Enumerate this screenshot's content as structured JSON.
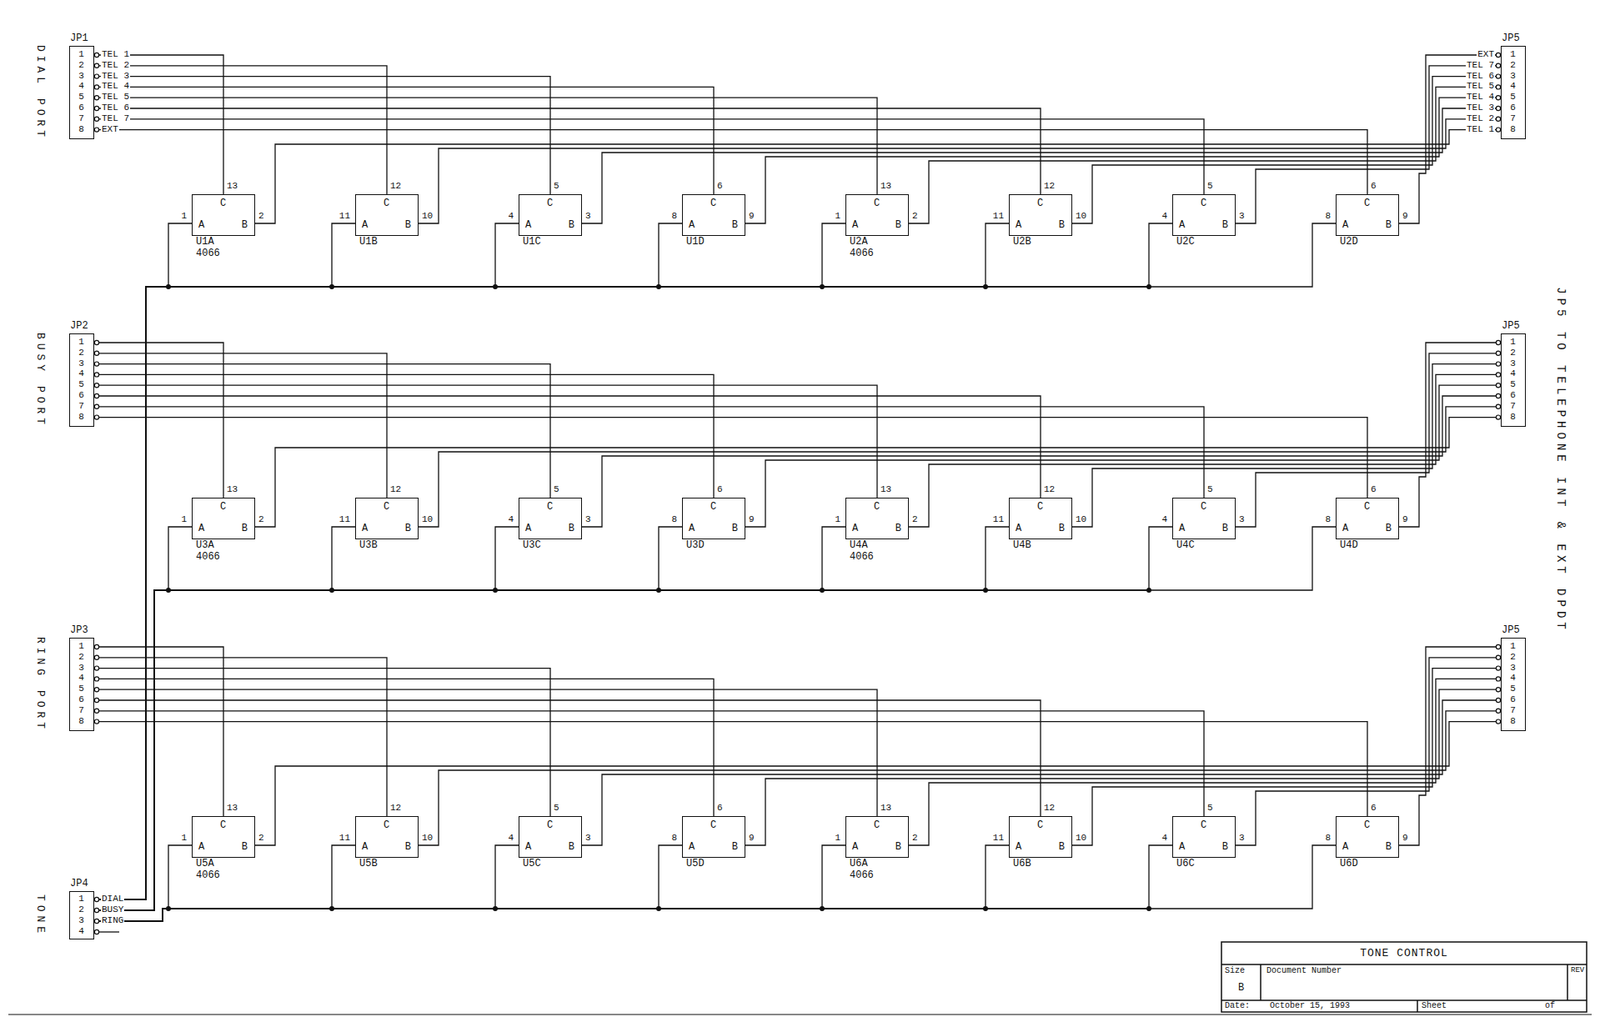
{
  "diagram": {
    "title": "TONE CONTROL",
    "nodes": [
      {
        "text": [
          "JP1",
          "1",
          "2",
          "3",
          "4",
          "5",
          "6",
          "7",
          "8"
        ]
      },
      {
        "text": [
          "JP5",
          "1",
          "2",
          "3",
          "4",
          "5",
          "6",
          "7",
          "8"
        ]
      },
      {
        "text": [
          "C",
          "A",
          "B",
          "U1A",
          "4066"
        ]
      },
      {
        "text": [
          "C",
          "A",
          "B",
          "U1B"
        ]
      },
      {
        "text": [
          "C",
          "A",
          "B",
          "U1C"
        ]
      },
      {
        "text": [
          "C",
          "A",
          "B",
          "U1D"
        ]
      },
      {
        "text": [
          "C",
          "A",
          "B",
          "U2A",
          "4066"
        ]
      },
      {
        "text": [
          "C",
          "A",
          "B",
          "U2B"
        ]
      },
      {
        "text": [
          "C",
          "A",
          "B",
          "U2C"
        ]
      },
      {
        "text": [
          "C",
          "A",
          "B",
          "U2D"
        ]
      },
      {
        "text": [
          "JP2",
          "1",
          "2",
          "3",
          "4",
          "5",
          "6",
          "7",
          "8"
        ]
      },
      {
        "text": [
          "JP5",
          "1",
          "2",
          "3",
          "4",
          "5",
          "6",
          "7",
          "8"
        ]
      },
      {
        "text": [
          "C",
          "A",
          "B",
          "U3A",
          "4066"
        ]
      },
      {
        "text": [
          "C",
          "A",
          "B",
          "U3B"
        ]
      },
      {
        "text": [
          "C",
          "A",
          "B",
          "U3C"
        ]
      },
      {
        "text": [
          "C",
          "A",
          "B",
          "U3D"
        ]
      },
      {
        "text": [
          "C",
          "A",
          "B",
          "U4A",
          "4066"
        ]
      },
      {
        "text": [
          "C",
          "A",
          "B",
          "U4B"
        ]
      },
      {
        "text": [
          "C",
          "A",
          "B",
          "U4C"
        ]
      },
      {
        "text": [
          "C",
          "A",
          "B",
          "U4D"
        ]
      },
      {
        "text": [
          "JP3",
          "1",
          "2",
          "3",
          "4",
          "5",
          "6",
          "7",
          "8"
        ]
      },
      {
        "text": [
          "JP5",
          "1",
          "2",
          "3",
          "4",
          "5",
          "6",
          "7",
          "8"
        ]
      },
      {
        "text": [
          "C",
          "A",
          "B",
          "U5A",
          "4066"
        ]
      },
      {
        "text": [
          "C",
          "A",
          "B",
          "U5B"
        ]
      },
      {
        "text": [
          "C",
          "A",
          "B",
          "U5C"
        ]
      },
      {
        "text": [
          "C",
          "A",
          "B",
          "U5D"
        ]
      },
      {
        "text": [
          "C",
          "A",
          "B",
          "U6A",
          "4066"
        ]
      },
      {
        "text": [
          "C",
          "A",
          "B",
          "U6B"
        ]
      },
      {
        "text": [
          "C",
          "A",
          "B",
          "U6C"
        ]
      },
      {
        "text": [
          "C",
          "A",
          "B",
          "U6D"
        ]
      },
      {
        "text": [
          "JP4",
          "1",
          "2",
          "3",
          "4"
        ]
      }
    ],
    "edges": [
      {
        "from": 0,
        "to": 2,
        "arrow": "none"
      },
      {
        "from": 2,
        "to": 1,
        "arrow": "none"
      },
      {
        "from": 30,
        "to": 2,
        "arrow": "none"
      },
      {
        "from": 0,
        "to": 3,
        "arrow": "none"
      },
      {
        "from": 3,
        "to": 1,
        "arrow": "none"
      },
      {
        "from": 30,
        "to": 3,
        "arrow": "none"
      },
      {
        "from": 0,
        "to": 4,
        "arrow": "none"
      },
      {
        "from": 4,
        "to": 1,
        "arrow": "none"
      },
      {
        "from": 30,
        "to": 4,
        "arrow": "none"
      },
      {
        "from": 0,
        "to": 5,
        "arrow": "none"
      },
      {
        "from": 5,
        "to": 1,
        "arrow": "none"
      },
      {
        "from": 30,
        "to": 5,
        "arrow": "none"
      },
      {
        "from": 0,
        "to": 6,
        "arrow": "none"
      },
      {
        "from": 6,
        "to": 1,
        "arrow": "none"
      },
      {
        "from": 30,
        "to": 6,
        "arrow": "none"
      },
      {
        "from": 0,
        "to": 7,
        "arrow": "none"
      },
      {
        "from": 7,
        "to": 1,
        "arrow": "none"
      },
      {
        "from": 30,
        "to": 7,
        "arrow": "none"
      },
      {
        "from": 0,
        "to": 8,
        "arrow": "none"
      },
      {
        "from": 8,
        "to": 1,
        "arrow": "none"
      },
      {
        "from": 30,
        "to": 8,
        "arrow": "none"
      },
      {
        "from": 0,
        "to": 9,
        "arrow": "none"
      },
      {
        "from": 9,
        "to": 1,
        "arrow": "none"
      },
      {
        "from": 30,
        "to": 9,
        "arrow": "none"
      },
      {
        "from": 10,
        "to": 12,
        "arrow": "none"
      },
      {
        "from": 12,
        "to": 11,
        "arrow": "none"
      },
      {
        "from": 30,
        "to": 12,
        "arrow": "none"
      },
      {
        "from": 10,
        "to": 13,
        "arrow": "none"
      },
      {
        "from": 13,
        "to": 11,
        "arrow": "none"
      },
      {
        "from": 30,
        "to": 13,
        "arrow": "none"
      },
      {
        "from": 10,
        "to": 14,
        "arrow": "none"
      },
      {
        "from": 14,
        "to": 11,
        "arrow": "none"
      },
      {
        "from": 30,
        "to": 14,
        "arrow": "none"
      },
      {
        "from": 10,
        "to": 15,
        "arrow": "none"
      },
      {
        "from": 15,
        "to": 11,
        "arrow": "none"
      },
      {
        "from": 30,
        "to": 15,
        "arrow": "none"
      },
      {
        "from": 10,
        "to": 16,
        "arrow": "none"
      },
      {
        "from": 16,
        "to": 11,
        "arrow": "none"
      },
      {
        "from": 30,
        "to": 16,
        "arrow": "none"
      },
      {
        "from": 10,
        "to": 17,
        "arrow": "none"
      },
      {
        "from": 17,
        "to": 11,
        "arrow": "none"
      },
      {
        "from": 30,
        "to": 17,
        "arrow": "none"
      },
      {
        "from": 10,
        "to": 18,
        "arrow": "none"
      },
      {
        "from": 18,
        "to": 11,
        "arrow": "none"
      },
      {
        "from": 30,
        "to": 18,
        "arrow": "none"
      },
      {
        "from": 10,
        "to": 19,
        "arrow": "none"
      },
      {
        "from": 19,
        "to": 11,
        "arrow": "none"
      },
      {
        "from": 30,
        "to": 19,
        "arrow": "none"
      },
      {
        "from": 20,
        "to": 22,
        "arrow": "none"
      },
      {
        "from": 22,
        "to": 21,
        "arrow": "none"
      },
      {
        "from": 30,
        "to": 22,
        "arrow": "none"
      },
      {
        "from": 20,
        "to": 23,
        "arrow": "none"
      },
      {
        "from": 23,
        "to": 21,
        "arrow": "none"
      },
      {
        "from": 30,
        "to": 23,
        "arrow": "none"
      },
      {
        "from": 20,
        "to": 24,
        "arrow": "none"
      },
      {
        "from": 24,
        "to": 21,
        "arrow": "none"
      },
      {
        "from": 30,
        "to": 24,
        "arrow": "none"
      },
      {
        "from": 20,
        "to": 25,
        "arrow": "none"
      },
      {
        "from": 25,
        "to": 21,
        "arrow": "none"
      },
      {
        "from": 30,
        "to": 25,
        "arrow": "none"
      },
      {
        "from": 20,
        "to": 26,
        "arrow": "none"
      },
      {
        "from": 26,
        "to": 21,
        "arrow": "none"
      },
      {
        "from": 30,
        "to": 26,
        "arrow": "none"
      },
      {
        "from": 20,
        "to": 27,
        "arrow": "none"
      },
      {
        "from": 27,
        "to": 21,
        "arrow": "none"
      },
      {
        "from": 30,
        "to": 27,
        "arrow": "none"
      },
      {
        "from": 20,
        "to": 28,
        "arrow": "none"
      },
      {
        "from": 28,
        "to": 21,
        "arrow": "none"
      },
      {
        "from": 30,
        "to": 28,
        "arrow": "none"
      },
      {
        "from": 20,
        "to": 29,
        "arrow": "none"
      },
      {
        "from": 29,
        "to": 21,
        "arrow": "none"
      },
      {
        "from": 30,
        "to": 29,
        "arrow": "none"
      }
    ],
    "labels": [
      "13",
      "1",
      "2",
      "12",
      "11",
      "10",
      "5",
      "4",
      "3",
      "6",
      "8",
      "9",
      "13",
      "1",
      "2",
      "12",
      "11",
      "10",
      "5",
      "4",
      "3",
      "6",
      "8",
      "9",
      "13",
      "1",
      "2",
      "12",
      "11",
      "10",
      "5",
      "4",
      "3",
      "6",
      "8",
      "9",
      "13",
      "1",
      "2",
      "12",
      "11",
      "10",
      "5",
      "4",
      "3",
      "6",
      "8",
      "9",
      "13",
      "1",
      "2",
      "12",
      "11",
      "10",
      "5",
      "4",
      "3",
      "6",
      "8",
      "9",
      "13",
      "1",
      "2",
      "12",
      "11",
      "10",
      "5",
      "4",
      "3",
      "6",
      "8",
      "9",
      "TEL 1",
      "TEL 2",
      "TEL 3",
      "TEL 4",
      "TEL 5",
      "TEL 6",
      "TEL 7",
      "EXT",
      "EXT",
      "TEL 7",
      "TEL 6",
      "TEL 5",
      "TEL 4",
      "TEL 3",
      "TEL 2",
      "TEL 1",
      "DIAL PORT",
      "BUSY PORT",
      "RING PORT",
      "TONE",
      "DIAL",
      "BUSY",
      "RING",
      "JP5 TO TELEPHONE INT & EXT DPDT",
      "Size",
      "B",
      "Document Number",
      "REV",
      "Date:",
      "October 15, 1993",
      "Sheet",
      "of"
    ]
  }
}
